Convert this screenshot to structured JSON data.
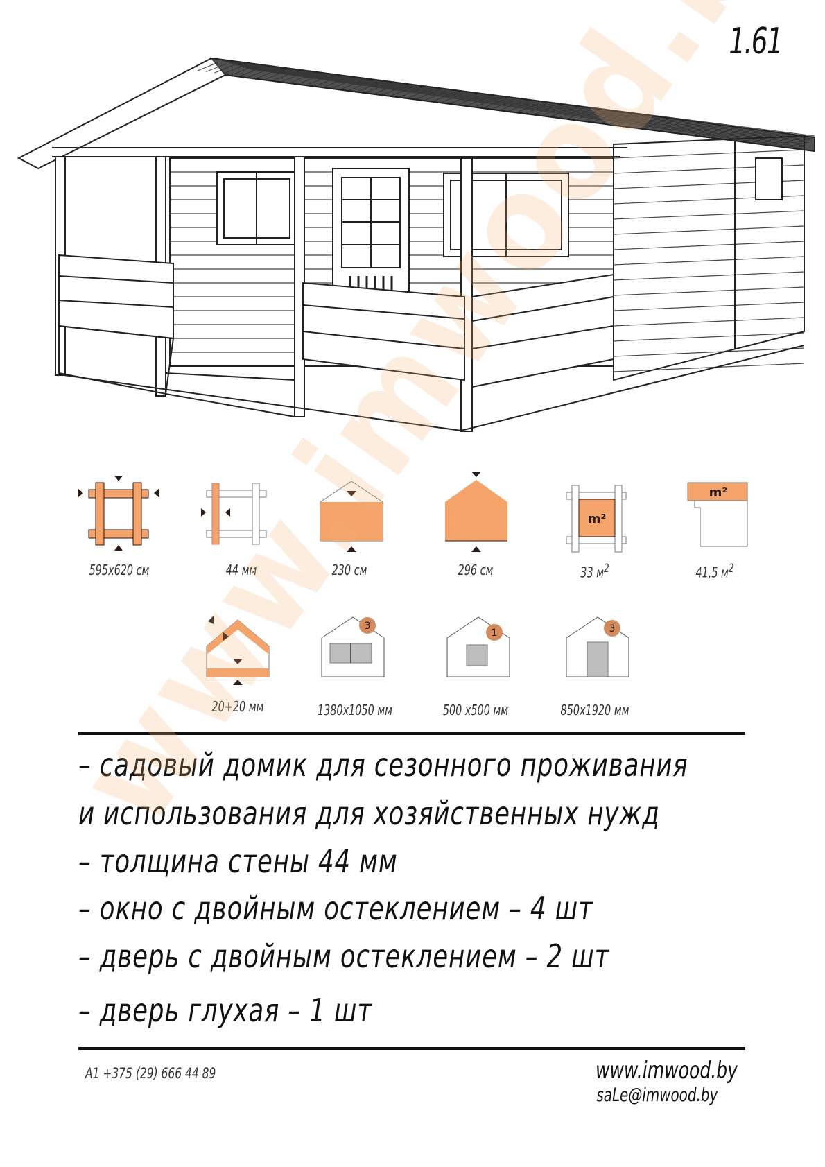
{
  "model_number": "1.61",
  "watermark": "www.imwood.by",
  "colors": {
    "accent": "#f4a46b",
    "dark": "#2a1a14",
    "grey": "#bdbdbd"
  },
  "specs_row1": [
    {
      "icon": "footprint-icon",
      "label": "595x620 см"
    },
    {
      "icon": "wall-thickness-icon",
      "label": "44 мм"
    },
    {
      "icon": "wall-height-icon",
      "label": "230 см"
    },
    {
      "icon": "ridge-height-icon",
      "label": "296 см"
    },
    {
      "icon": "inner-area-icon",
      "label": "33 м",
      "sup": "2",
      "badge": "m²"
    },
    {
      "icon": "total-area-icon",
      "label": "41,5 м",
      "sup": "2",
      "badge": "m²"
    }
  ],
  "specs_row2": [
    {
      "icon": "roof-floor-thickness-icon",
      "label": "20+20 мм"
    },
    {
      "icon": "double-window-icon",
      "label": "1380x1050 мм",
      "count": "3"
    },
    {
      "icon": "small-window-icon",
      "label": "500 x500 мм",
      "count": "1"
    },
    {
      "icon": "door-icon",
      "label": "850x1920 мм",
      "count": "3"
    }
  ],
  "features": [
    "– садовый домик для сезонного проживания",
    "и использования для хозяйственных нужд",
    "– толщина стены 44 мм",
    "– окно с двойным остеклением – 4 шт",
    "– дверь с двойным остеклением – 2 шт",
    "– дверь глухая – 1 шт"
  ],
  "footer": {
    "phone": "A1 +375 (29) 666 44 89",
    "website": "www.imwood.by",
    "email": "saLe@imwood.by"
  }
}
